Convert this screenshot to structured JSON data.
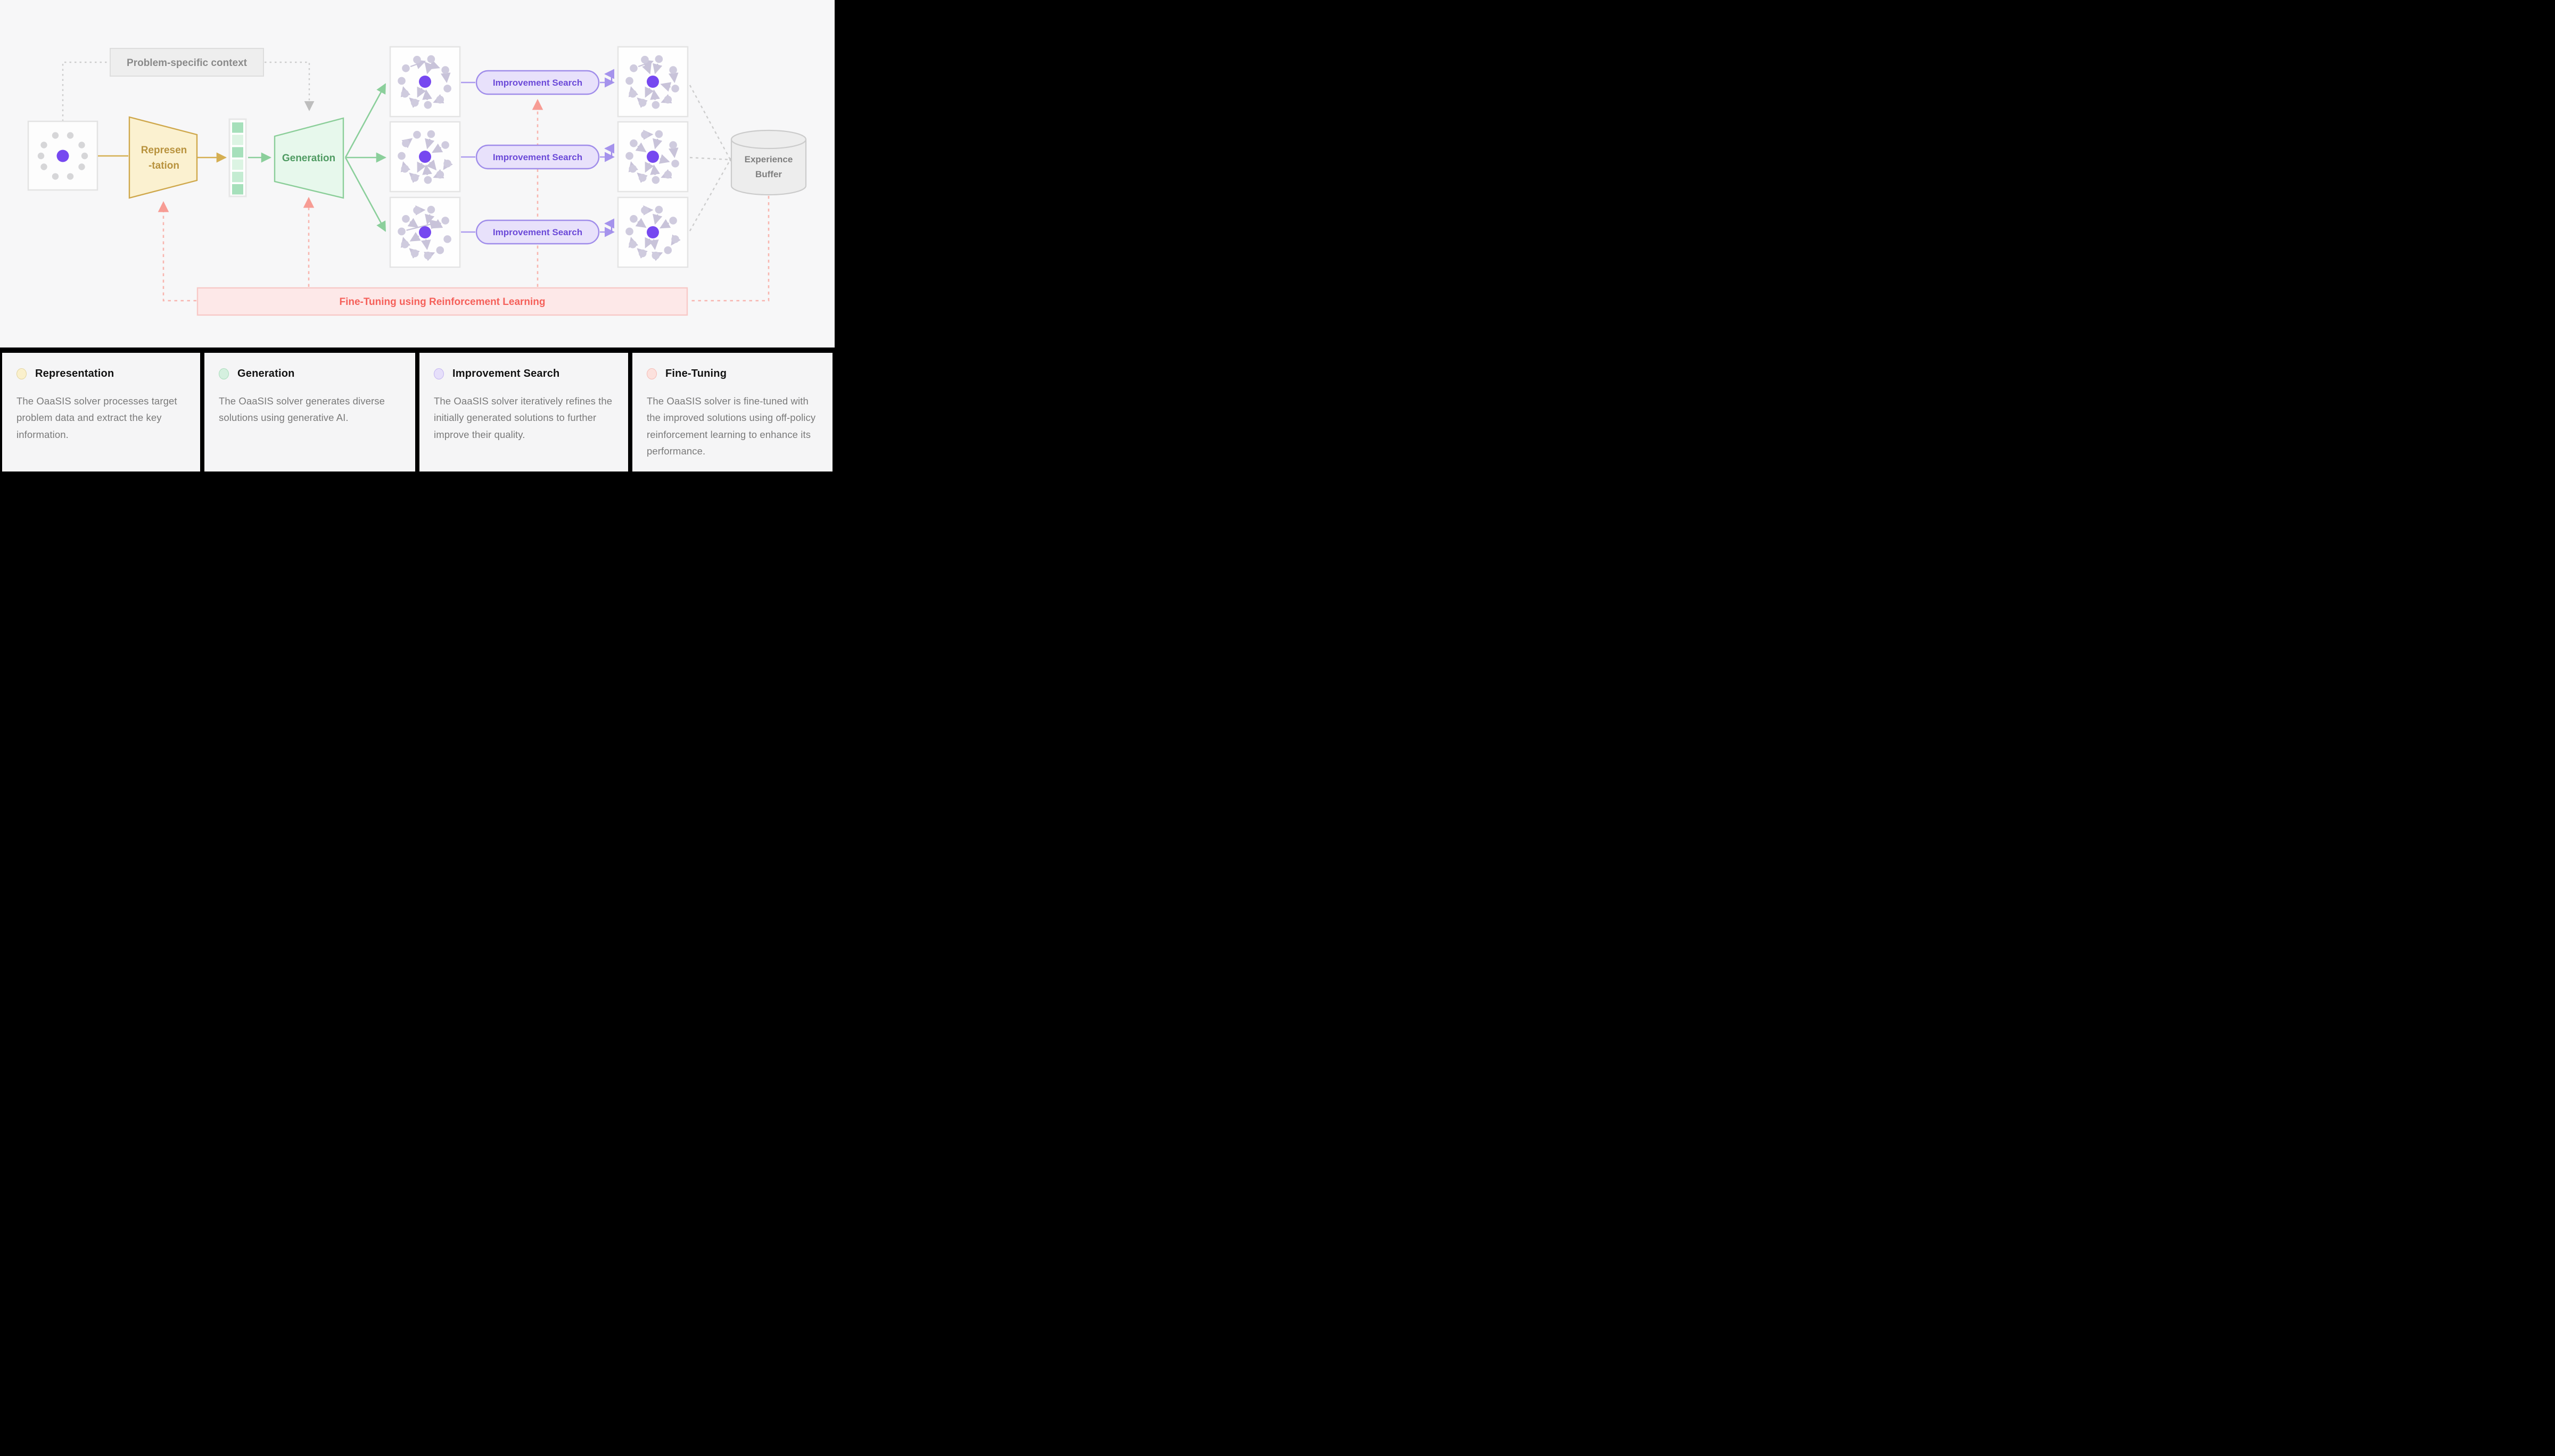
{
  "figure": {
    "context_box_label": "Problem-specific context",
    "representation": {
      "line1": "Represen",
      "line2": "-tation"
    },
    "generation_label": "Generation",
    "improvement_search_label": "Improvement Search",
    "experience_buffer": {
      "line1": "Experience",
      "line2": "Buffer"
    },
    "fine_tuning_banner": "Fine-Tuning using Reinforcement Learning"
  },
  "legend": {
    "cards": [
      {
        "title": "Representation",
        "body": "The OaaSIS solver processes target problem data and extract the key information.",
        "accent_color": "#FAF0CC"
      },
      {
        "title": "Generation",
        "body": "The OaaSIS solver generates diverse solutions using generative AI.",
        "accent_color": "#D5F0DF"
      },
      {
        "title": "Improvement Search",
        "body": "The OaaSIS solver iteratively refines the initially generated solutions to further improve their quality.",
        "accent_color": "#E6DFFA"
      },
      {
        "title": "Fine-Tuning",
        "body": "The OaaSIS solver is fine-tuned with the improved solutions using off-policy reinforcement learning to enhance its performance.",
        "accent_color": "#FCE1DD"
      }
    ]
  },
  "colors": {
    "background": "#F7F7F8",
    "legend_background": "#000000",
    "representation_fill": "#FBF1D0",
    "representation_border": "#CFA84C",
    "representation_text": "#B8923D",
    "generation_fill": "#E7F8EC",
    "generation_border": "#8BCE99",
    "generation_text": "#4F9B62",
    "pill_fill": "#E8E1FB",
    "pill_border": "#A08DEA",
    "pill_text": "#6B49D8",
    "banner_fill": "#FDE8E8",
    "banner_border": "#F8C9C7",
    "banner_text": "#F5605A",
    "buffer_fill": "#EDEDED",
    "buffer_border": "#CBCBCB",
    "node_gray": "#CFCBDE",
    "node_purple": "#7648F0",
    "graph_arrow": "#C8C3D9",
    "pink_dash": "#F8B6B0",
    "gray_dash": "#CDCDCD"
  }
}
